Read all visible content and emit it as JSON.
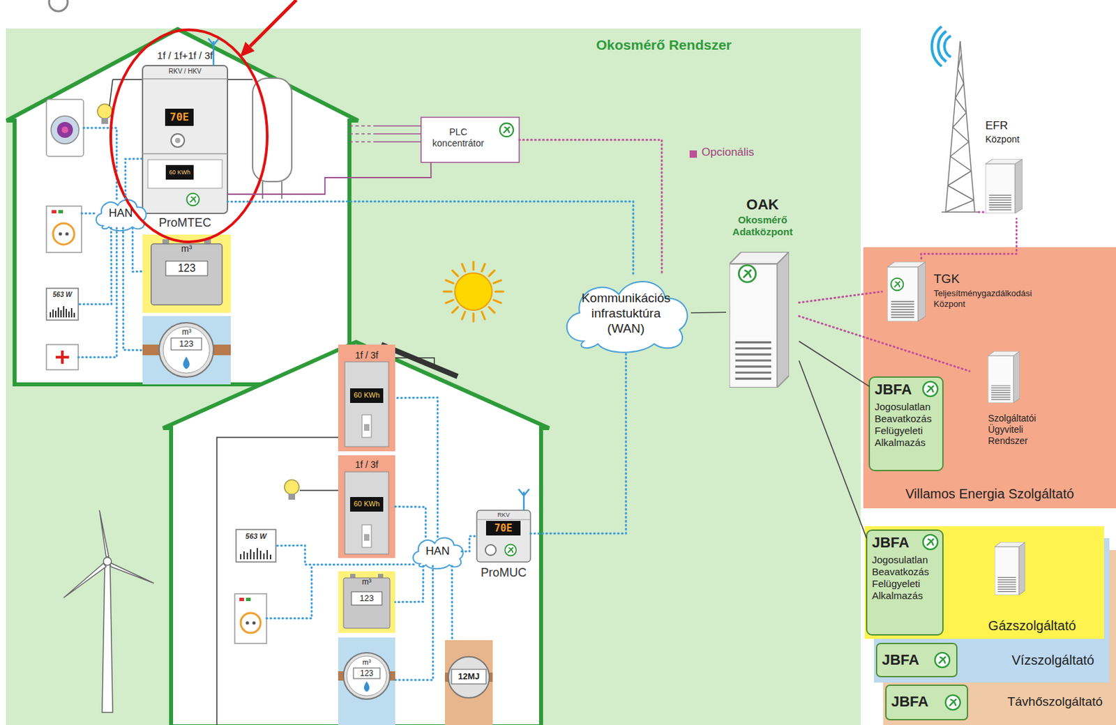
{
  "diagram": {
    "nodes": [
      {
        "text": [
          "Okosmérő Rendszer"
        ]
      },
      {
        "text": [
          "1f / 1f+1f / 3f",
          "RKV / HKV",
          "70E",
          "60 KWh",
          "ProMTEC"
        ],
        "in": 0
      },
      {
        "text": [
          "HAN"
        ],
        "in": 0
      },
      {
        "text": [
          "m³",
          "123"
        ],
        "in": 0
      },
      {
        "text": [
          "563 W"
        ],
        "in": 0
      },
      {
        "text": [
          "m³",
          "123"
        ],
        "in": 0
      },
      {
        "text": [
          "PLC koncentrátor"
        ],
        "in": 0
      },
      {
        "text": [
          "Kommunikációs infrastuktúra (WAN)"
        ],
        "in": 0
      },
      {
        "text": [
          "OAK",
          "Okosmérő Adatközpont"
        ],
        "in": 0
      },
      {
        "text": [
          "1f / 3f",
          "60 KWh"
        ],
        "in": 0
      },
      {
        "text": [
          "1f / 3f",
          "60 KWh"
        ],
        "in": 0
      },
      {
        "text": [
          "563 W"
        ],
        "in": 0
      },
      {
        "text": [
          "HAN"
        ],
        "in": 0
      },
      {
        "text": [
          "RKV",
          "70E",
          "ProMUC"
        ],
        "in": 0
      },
      {
        "text": [
          "m³",
          "123"
        ],
        "in": 0
      },
      {
        "text": [
          "m³",
          "123"
        ],
        "in": 0
      },
      {
        "text": [
          "12MJ"
        ],
        "in": 0
      },
      {
        "text": [
          "EFR",
          "Központ"
        ]
      },
      {
        "text": [
          "Villamos Energia Szolgáltató"
        ]
      },
      {
        "text": [
          "TGK",
          "Teljesítménygazdálkodási Központ"
        ],
        "in": 18
      },
      {
        "text": [
          "JBFA",
          "Jogosulatlan Beavatkozás Felügyeleti Alkalmazás"
        ],
        "in": 18
      },
      {
        "text": [
          "Szolgáltatói Ügyviteli Rendszer"
        ],
        "in": 18
      },
      {
        "text": [
          "Gázszolgáltató"
        ]
      },
      {
        "text": [
          "JBFA",
          "Jogosulatlan Beavatkozás Felügyeleti Alkalmazás"
        ],
        "in": 22
      },
      {
        "text": [
          "Vízszolgáltató"
        ]
      },
      {
        "text": [
          "JBFA"
        ],
        "in": 24
      },
      {
        "text": [
          "Távhőszolgáltató"
        ]
      },
      {
        "text": [
          "JBFA"
        ],
        "in": 26
      }
    ],
    "edges": [
      {
        "from": 1,
        "to": 6,
        "arrow": "none"
      },
      {
        "from": 6,
        "to": 7,
        "arrow": "none"
      },
      {
        "from": 1,
        "to": 7,
        "arrow": "none"
      },
      {
        "from": 13,
        "to": 7,
        "arrow": "none"
      },
      {
        "from": 7,
        "to": 8,
        "arrow": "none"
      },
      {
        "from": 8,
        "to": 19,
        "arrow": "none"
      },
      {
        "from": 8,
        "to": 21,
        "arrow": "none"
      },
      {
        "from": 8,
        "to": 20,
        "arrow": "none"
      },
      {
        "from": 8,
        "to": 23,
        "arrow": "none"
      },
      {
        "from": 19,
        "to": 17,
        "arrow": "none"
      },
      {
        "from": 2,
        "to": 1,
        "arrow": "none"
      },
      {
        "from": 2,
        "to": 3,
        "arrow": "none"
      },
      {
        "from": 2,
        "to": 4,
        "arrow": "none"
      },
      {
        "from": 2,
        "to": 5,
        "arrow": "none"
      },
      {
        "from": 12,
        "to": 9,
        "arrow": "none"
      },
      {
        "from": 12,
        "to": 10,
        "arrow": "none"
      },
      {
        "from": 12,
        "to": 11,
        "arrow": "none"
      },
      {
        "from": 12,
        "to": 14,
        "arrow": "none"
      },
      {
        "from": 12,
        "to": 15,
        "arrow": "none"
      },
      {
        "from": 12,
        "to": 16,
        "arrow": "none"
      },
      {
        "from": 12,
        "to": 13,
        "arrow": "none"
      }
    ],
    "legend": [
      {
        "text": "Opcionális",
        "color": "#c0509a"
      }
    ]
  }
}
